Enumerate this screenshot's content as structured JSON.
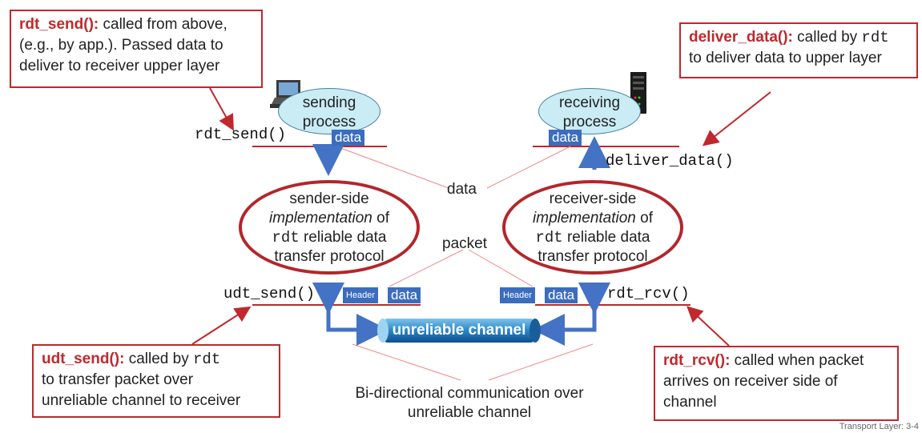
{
  "callouts": {
    "rdt_send": {
      "head": "rdt_send():",
      "line1": " called from above,",
      "line2": "(e.g., by app.). Passed data to",
      "line3": "deliver to receiver upper layer"
    },
    "deliver_data": {
      "head": "deliver_data():",
      "line1a": " called by ",
      "line1code": "rdt",
      "line2": "to deliver data to upper layer"
    },
    "udt_send": {
      "head": "udt_send():",
      "line1a": " called by ",
      "line1code": "rdt",
      "line2": "to transfer packet over",
      "line3": "unreliable channel to receiver"
    },
    "rdt_rcv": {
      "head": "rdt_rcv():",
      "line1": " called when packet",
      "line2": "arrives on receiver side of",
      "line3": "channel"
    }
  },
  "functions": {
    "rdt_send": "rdt_send()",
    "deliver_data": "deliver_data()",
    "udt_send": "udt_send()",
    "rdt_rcv": "rdt_rcv()"
  },
  "processes": {
    "sending": {
      "line1": "sending",
      "line2": "process"
    },
    "receiving": {
      "line1": "receiving",
      "line2": "process"
    }
  },
  "sender_impl": {
    "line1": "sender-side",
    "line2a": "implementation",
    "line2b": " of",
    "line3code": "rdt",
    "line3b": " reliable data",
    "line4": "transfer protocol"
  },
  "receiver_impl": {
    "line1": "receiver-side",
    "line2a": "implementation",
    "line2b": " of",
    "line3code": "rdt",
    "line3b": "  reliable data",
    "line4": "transfer protocol"
  },
  "tags": {
    "data": "data",
    "header": "Header"
  },
  "labels": {
    "data": "data",
    "packet": "packet",
    "bidir1": "Bi-directional communication over",
    "bidir2": "unreliable channel"
  },
  "channel": {
    "label": "unreliable channel"
  },
  "footer": "Transport Layer: 3-4",
  "colors": {
    "accent_red": "#c0282d",
    "arrow_blue": "#4472c4",
    "tag_blue": "#3b6dbf",
    "process_fill": "#c9ecf5"
  }
}
